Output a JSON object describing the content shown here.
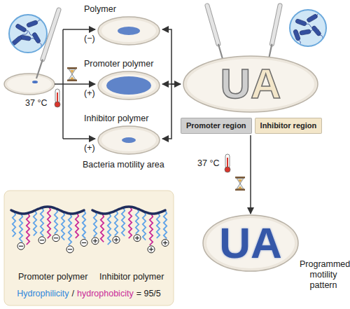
{
  "diagram": {
    "nodes": [
      {
        "text": [
          "Polymer",
          "(−)"
        ]
      },
      {
        "text": [
          "Promoter polymer",
          "(+)"
        ]
      },
      {
        "text": [
          "Inhibitor polymer",
          "(+)"
        ]
      },
      {
        "text": [
          "UA"
        ]
      },
      {
        "text": [
          "Promoter region"
        ],
        "in": 3
      },
      {
        "text": [
          "Inhibitor region"
        ],
        "in": 3
      },
      {
        "text": [
          "UA"
        ]
      }
    ],
    "edges": [
      {
        "from": 3,
        "to": 0,
        "arrow": "to"
      },
      {
        "from": 3,
        "to": 1,
        "arrow": "both"
      },
      {
        "from": 3,
        "to": 2,
        "arrow": "to"
      },
      {
        "from": 3,
        "to": 6,
        "arrow": "to"
      }
    ],
    "labels": [
      "37 °C",
      "Bacteria motility area",
      "37 °C",
      "Programmed motility pattern",
      "Promoter polymer",
      "Inhibitor polymer",
      "Hydrophilicity",
      "/",
      "hydrophobicity",
      "= 95/5"
    ]
  }
}
